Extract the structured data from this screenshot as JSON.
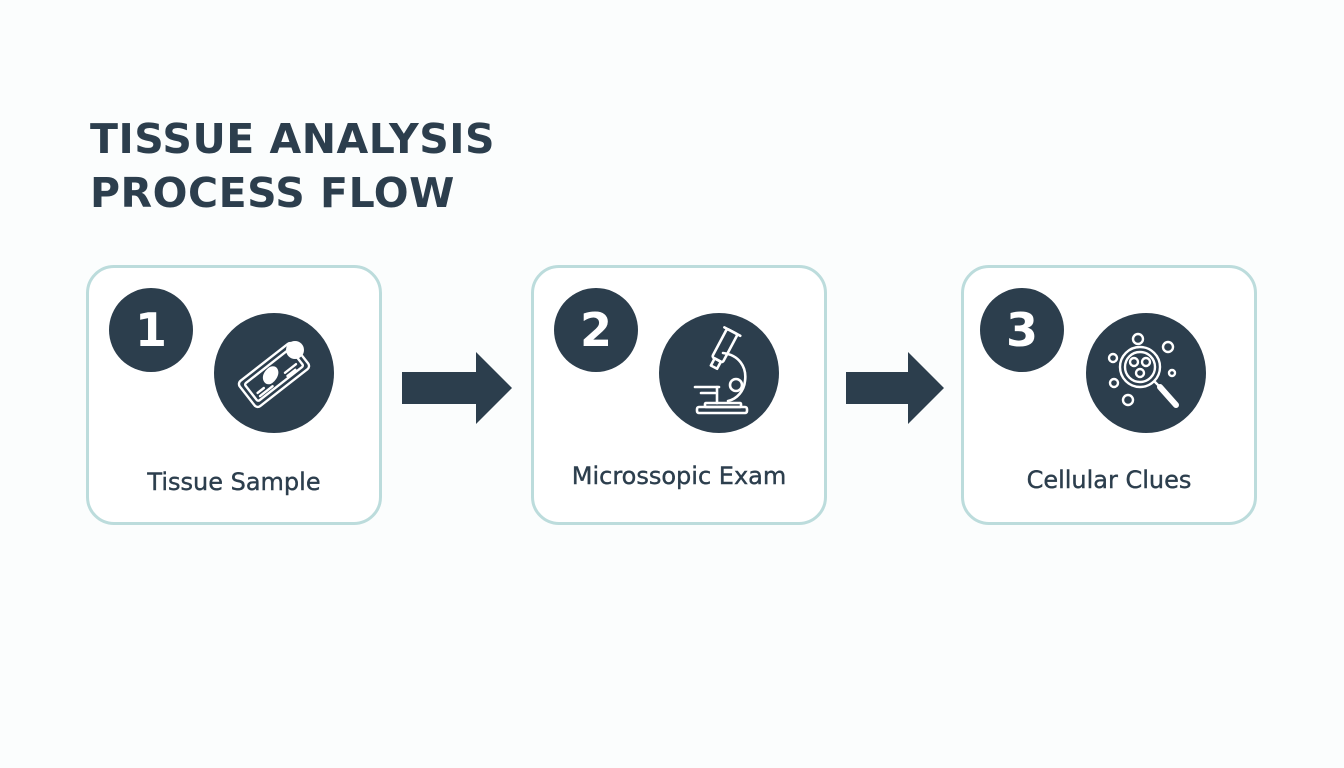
{
  "title": {
    "line1": "TISSUE ANALYSIS",
    "line2": "PROCESS FLOW"
  },
  "steps": [
    {
      "number": "1",
      "label": "Tissue Sample",
      "icon": "tissue-slide-icon"
    },
    {
      "number": "2",
      "label": "Microssopic Exam",
      "icon": "microscope-icon"
    },
    {
      "number": "3",
      "label": "Cellular Clues",
      "icon": "cells-magnifier-icon"
    }
  ],
  "colors": {
    "primary": "#2c3e4d",
    "card_border": "#bcdcdc",
    "background": "#fbfdfd"
  }
}
